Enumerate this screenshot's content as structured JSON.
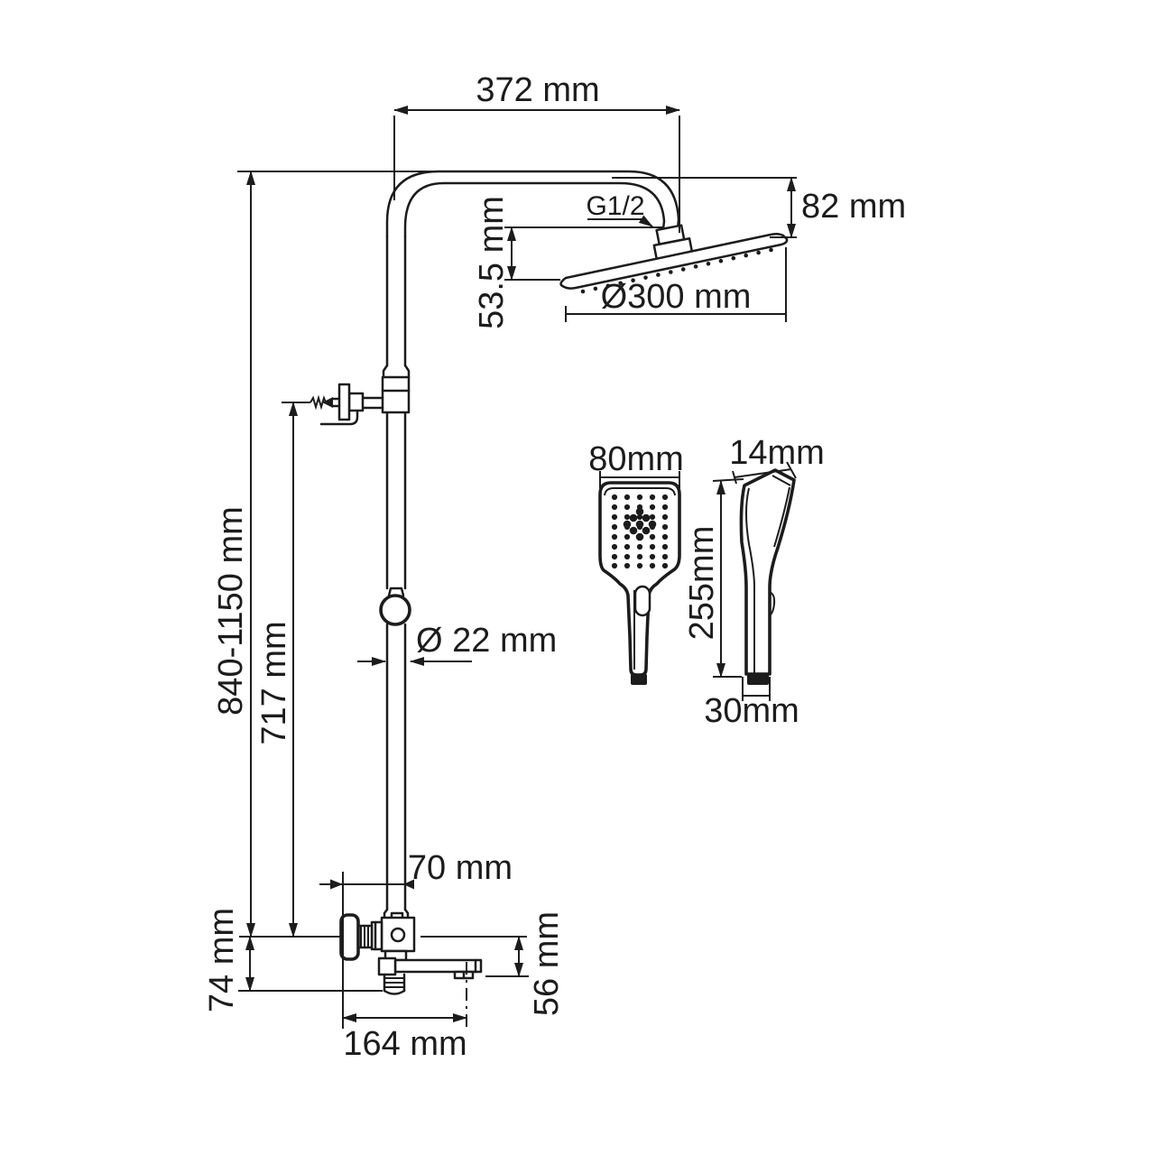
{
  "diagram": {
    "title": "Shower column technical drawing",
    "colors": {
      "background": "#ffffff",
      "line": "#1c1c1c"
    },
    "dimensions": {
      "arm_reach": "372 mm",
      "head_offset": "82 mm",
      "thread_size": "G1/2",
      "head_drop": "53.5 mm",
      "head_diameter": "Ø300 mm",
      "column_height": "840-1150 mm",
      "bracket_height": "717 mm",
      "pipe_diameter": "Ø 22 mm",
      "handshower_width": "80mm",
      "handshower_depth": "14mm",
      "handshower_length": "255mm",
      "handshower_tip": "30mm",
      "spout_offset": "70 mm",
      "mixer_height": "74 mm",
      "spout_drop": "56 mm",
      "spout_reach": "164 mm"
    }
  }
}
